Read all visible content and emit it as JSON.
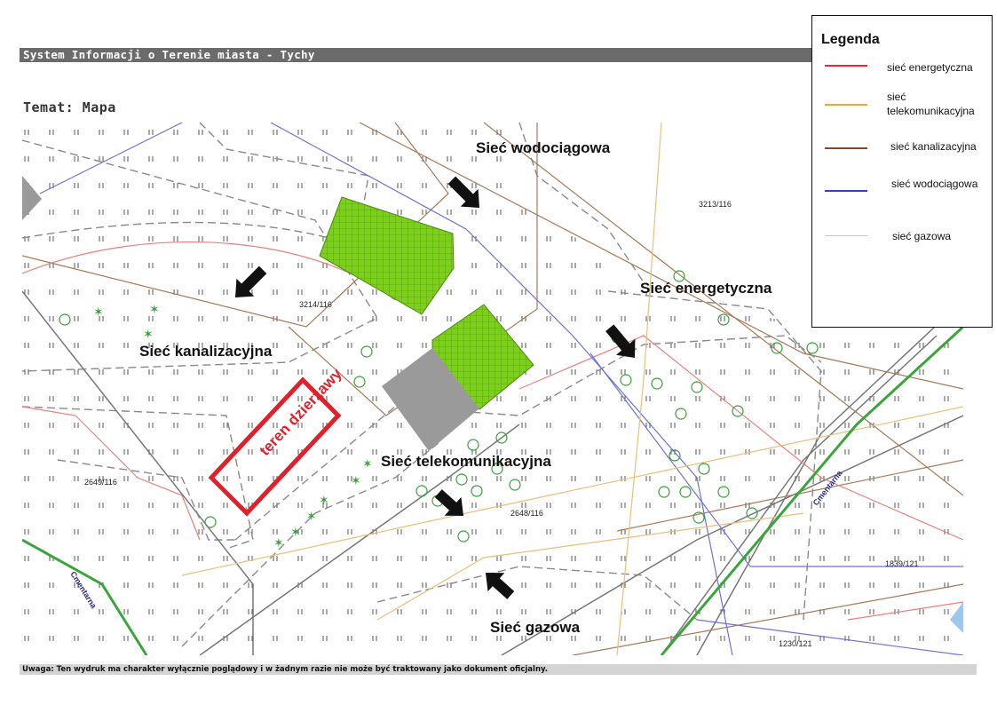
{
  "header": {
    "system_title": "System Informacji o Terenie miasta - Tychy",
    "topic": "Temat: Mapa"
  },
  "legend": {
    "title": "Legenda",
    "items": [
      {
        "label": "sieć energetyczna",
        "color": "#e8272e"
      },
      {
        "label": "sieć telekomunikacyjna",
        "color": "#f5a623"
      },
      {
        "label": "sieć kanalizacyjna",
        "color": "#7a4a2a"
      },
      {
        "label": "sieć wodociągowa",
        "color": "#3d3dcc"
      },
      {
        "label": "sieć gazowa",
        "color": "#d6d63a"
      }
    ]
  },
  "annotations": {
    "wodociagowa": "Sieć wodociągowa",
    "energetyczna": "Sieć energetyczna",
    "kanalizacyjna": "Sieć kanalizacyjna",
    "telekomunikacyjna": "Sieć telekomunikacyjna",
    "gazowa": "Sieć gazowa"
  },
  "lease_area_label": "teren dzierżawy",
  "parcels": [
    "3213/116",
    "3214/116",
    "2649/116",
    "2648/116",
    "1839/121",
    "1230/121"
  ],
  "streets": [
    "Cmentarna",
    "Cmentarna"
  ],
  "footer_note": "Uwaga: Ten wydruk ma charakter wyłącznie poglądowy i w żadnym razie nie może być traktowany jako dokument oficjalny."
}
